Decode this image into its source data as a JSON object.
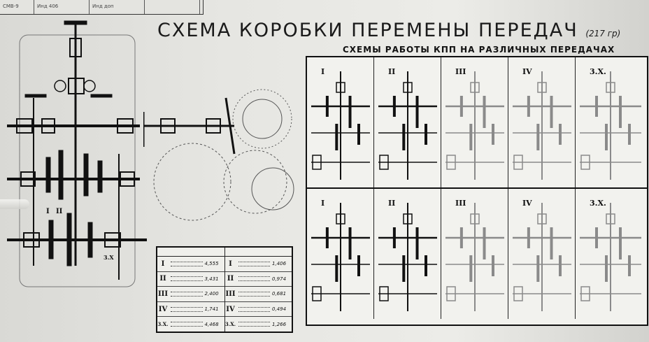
{
  "title": "СХЕМА КОРОБКИ ПЕРЕМЕНЫ ПЕРЕДАЧ",
  "title_note": "(217 гр)",
  "subtitle": "СХЕМЫ РАБОТЫ КПП НА РАЗЛИЧНЫХ ПЕРЕДАЧАХ",
  "stamp": {
    "cells": [
      "СМВ-9",
      "Инд 406",
      "Инд доп",
      ""
    ]
  },
  "left_labels": [
    "I",
    "II",
    "3.Х"
  ],
  "ratio_table": {
    "rows": [
      {
        "gear": "I",
        "value": "4,555",
        "gear2": "I",
        "value2": "1,406"
      },
      {
        "gear": "II",
        "value": "3,431",
        "gear2": "II",
        "value2": "0,974"
      },
      {
        "gear": "III",
        "value": "2,400",
        "gear2": "III",
        "value2": "0,681"
      },
      {
        "gear": "IV",
        "value": "1,741",
        "gear2": "IV",
        "value2": "0,494"
      },
      {
        "gear": "3.Х.",
        "value": "4,468",
        "gear2": "3.Х.",
        "value2": "1,266"
      }
    ]
  },
  "panels": {
    "top": [
      {
        "label": "I"
      },
      {
        "label": "II"
      },
      {
        "label": "III"
      },
      {
        "label": "IV"
      },
      {
        "label": "3.Х."
      }
    ],
    "bottom": [
      {
        "label": "I"
      },
      {
        "label": "II"
      },
      {
        "label": "III"
      },
      {
        "label": "IV"
      },
      {
        "label": "3.Х."
      }
    ]
  },
  "colors": {
    "ink": "#111111",
    "paper": "#ecece8",
    "background": "#1c1c1c"
  }
}
